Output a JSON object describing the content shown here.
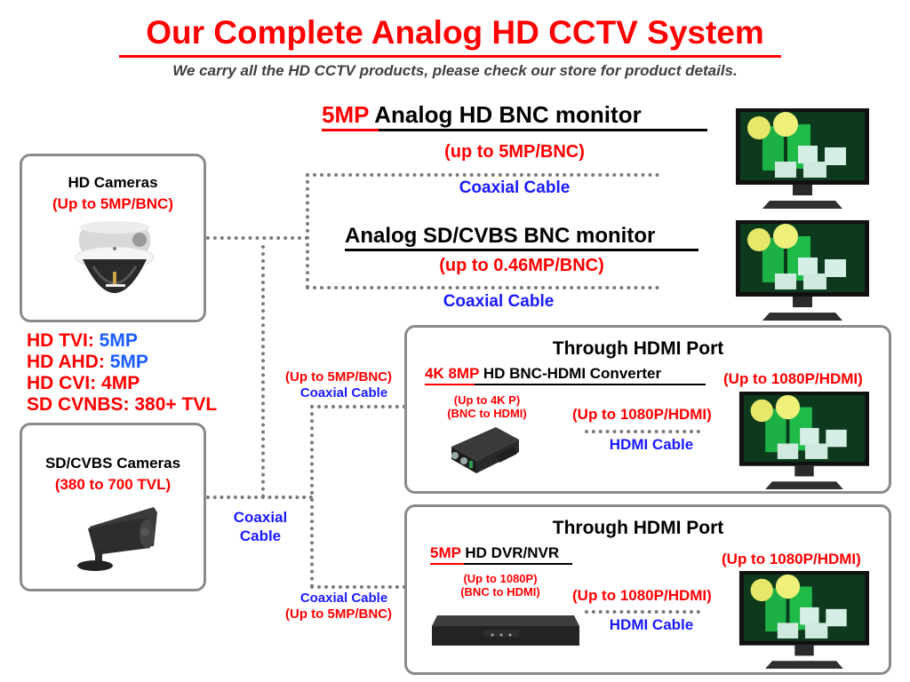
{
  "header": {
    "title": "Our Complete Analog HD CCTV System",
    "subtitle": "We carry all the HD CCTV products, please check our store for product details."
  },
  "hd_cameras": {
    "title": "HD Cameras",
    "spec": "(Up to 5MP/BNC)",
    "icon": "dome-camera-icon"
  },
  "formats": [
    {
      "label": "HD TVI:",
      "value": "5MP",
      "value_color": "#1a5cff"
    },
    {
      "label": "HD AHD:",
      "value": "5MP",
      "value_color": "#1a5cff"
    },
    {
      "label": "HD CVI:",
      "value": "4MP",
      "value_color": "#ff0000"
    },
    {
      "label": "SD CVNBS:",
      "value": "380+ TVL",
      "value_color": "#ff0000"
    }
  ],
  "sd_cameras": {
    "title": "SD/CVBS Cameras",
    "spec": "(380 to 700 TVL)",
    "icon": "bullet-camera-icon"
  },
  "hd_monitor": {
    "highlight": "5MP",
    "title": "Analog HD BNC monitor",
    "spec": "(up to 5MP/BNC)",
    "cable": "Coaxial Cable"
  },
  "sd_monitor": {
    "title": "Analog SD/CVBS BNC monitor",
    "spec": "(up to 0.46MP/BNC)",
    "cable": "Coaxial Cable"
  },
  "camera_cable": {
    "line1": "Coaxial",
    "line2": "Cable"
  },
  "converter_panel": {
    "heading": "Through HDMI Port",
    "highlight": "4K 8MP",
    "device": "HD BNC-HDMI Converter",
    "device_spec1": "(Up to 4K P)",
    "device_spec2": "(BNC to HDMI)",
    "link_spec": "(Up to 1080P/HDMI)",
    "link_cable": "HDMI Cable",
    "monitor_spec": "(Up to 1080P/HDMI)",
    "in_spec": "(Up to 5MP/BNC)",
    "in_cable": "Coaxial Cable"
  },
  "dvr_panel": {
    "heading": "Through HDMI Port",
    "highlight": "5MP",
    "device": "HD DVR/NVR",
    "device_spec1": "(Up to 1080P)",
    "device_spec2": "(BNC to HDMI)",
    "link_spec": "(Up to 1080P/HDMI)",
    "link_cable": "HDMI Cable",
    "monitor_spec": "(Up to 1080P/HDMI)",
    "in_cable": "Coaxial Cable",
    "in_spec": "(Up to 5MP/BNC)"
  },
  "colors": {
    "accent_red": "#ff0000",
    "cable_blue": "#1a1aff",
    "line_gray": "#7a7a7a"
  }
}
